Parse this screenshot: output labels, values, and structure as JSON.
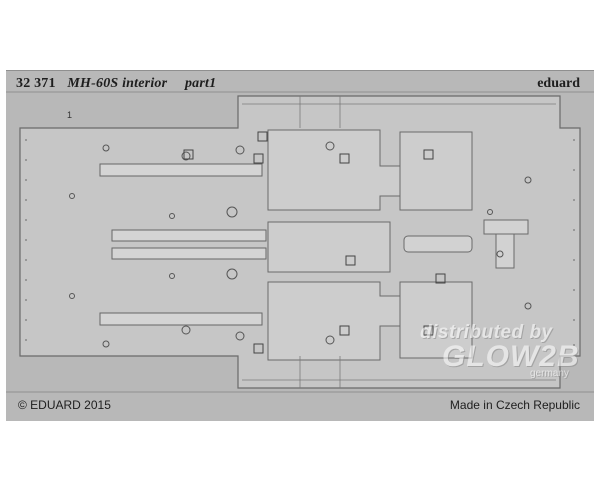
{
  "header": {
    "part_number": "32 371",
    "title": "MH-60S interior",
    "part_label": "part1",
    "brand": "eduard"
  },
  "fret": {
    "part_id": "1"
  },
  "footer": {
    "copyright": "© EDUARD 2015",
    "origin": "Made in Czech Republic"
  },
  "watermark": {
    "line1": "distributed by",
    "line2": "GLOW2B",
    "line3": "germany"
  },
  "colors": {
    "fret_background": "#b8b8b8",
    "part_fill": "#c9c9c9",
    "part_stroke": "#6e6e6e",
    "text": "#1e1e1e"
  }
}
